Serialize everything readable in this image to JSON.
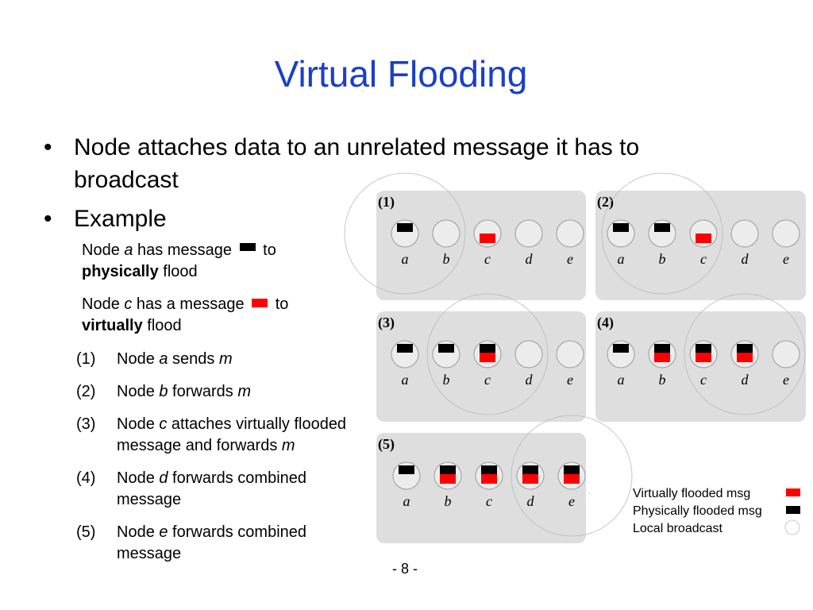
{
  "title": "Virtual Flooding",
  "bullets": [
    "Node attaches data to an unrelated message it has to",
    "broadcast",
    "Example"
  ],
  "bullet_glyph": "•",
  "example": {
    "line1_pre": "Node ",
    "line1_node": "a",
    "line1_mid": " has message",
    "line1_post": " to",
    "line2_bold": "physically",
    "line2_rest": " flood",
    "line3_pre": "Node ",
    "line3_node": "c",
    "line3_mid": " has a message",
    "line3_post": " to",
    "line4_bold": "virtually",
    "line4_rest": " flood"
  },
  "steps": [
    {
      "num": "(1)",
      "pre": "Node ",
      "node": "a",
      "verb": " sends ",
      "msg": "m",
      "line2": ""
    },
    {
      "num": "(2)",
      "pre": "Node ",
      "node": "b",
      "verb": " forwards ",
      "msg": "m",
      "line2": ""
    },
    {
      "num": "(3)",
      "pre": "Node ",
      "node": "c",
      "verb": " attaches virtually flooded",
      "msg": "",
      "line2_pre": "message and forwards ",
      "line2_msg": "m"
    },
    {
      "num": "(4)",
      "pre": "Node ",
      "node": "d",
      "verb": " forwards combined",
      "msg": "",
      "line2_pre": "message",
      "line2_msg": ""
    },
    {
      "num": "(5)",
      "pre": "Node ",
      "node": "e",
      "verb": " forwards combined",
      "msg": "",
      "line2_pre": "message",
      "line2_msg": ""
    }
  ],
  "colors": {
    "title": "#1a3fc7",
    "virtual": "#ff0000",
    "physical": "#000000",
    "panel": "#dedede"
  },
  "node_labels": [
    "a",
    "b",
    "c",
    "d",
    "e"
  ],
  "panels": [
    {
      "label": "(1)",
      "black": [
        true,
        false,
        false,
        false,
        false
      ],
      "red": [
        false,
        false,
        true,
        false,
        false
      ],
      "red_only_raised": true,
      "broadcast_from": 0
    },
    {
      "label": "(2)",
      "black": [
        true,
        true,
        false,
        false,
        false
      ],
      "red": [
        false,
        false,
        true,
        false,
        false
      ],
      "red_only_raised": true,
      "broadcast_from": 1
    },
    {
      "label": "(3)",
      "black": [
        true,
        true,
        true,
        false,
        false
      ],
      "red": [
        false,
        false,
        true,
        false,
        false
      ],
      "red_only_raised": false,
      "broadcast_from": 2
    },
    {
      "label": "(4)",
      "black": [
        true,
        true,
        true,
        true,
        false
      ],
      "red": [
        false,
        true,
        true,
        true,
        false
      ],
      "red_only_raised": false,
      "broadcast_from": 3
    },
    {
      "label": "(5)",
      "black": [
        true,
        true,
        true,
        true,
        true
      ],
      "red": [
        false,
        true,
        true,
        true,
        true
      ],
      "red_only_raised": false,
      "broadcast_from": 4
    }
  ],
  "legend": {
    "virtual": "Virtually flooded msg",
    "physical": "Physically flooded msg",
    "broadcast": "Local broadcast"
  },
  "page_number": "- 8 -"
}
